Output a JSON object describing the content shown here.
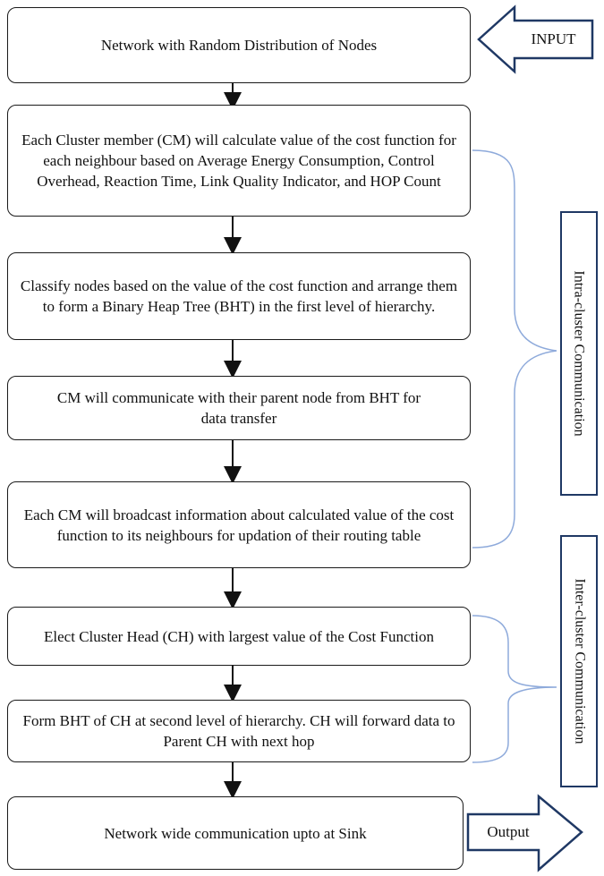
{
  "steps": [
    "Network with Random Distribution of Nodes",
    "Each Cluster member (CM) will calculate value of the cost function for each neighbour based on Average Energy Consumption, Control Overhead, Reaction Time, Link Quality Indicator, and HOP Count",
    "Classify nodes based on the value of the cost function and arrange them to form a Binary Heap Tree (BHT) in the first level of hierarchy.",
    "CM will communicate  with their parent node from BHT for data transfer",
    "Each CM will broadcast information about calculated value of the cost function to its neighbours for updation of their routing table",
    "Elect Cluster Head (CH) with largest value of the Cost Function",
    "Form BHT of CH at second level of hierarchy. CH will forward data to Parent CH with next hop",
    "Network wide communication upto at Sink"
  ],
  "input_label": "INPUT",
  "output_label": "Output",
  "intra_cluster_label": "Intra-cluster Communication",
  "inter_cluster_label": "Inter-cluster Communication",
  "colors": {
    "box_border": "#1a1a1a",
    "arrow_stroke": "#1f3864",
    "brace_stroke": "#8eaadb",
    "label_border": "#1f3864"
  }
}
